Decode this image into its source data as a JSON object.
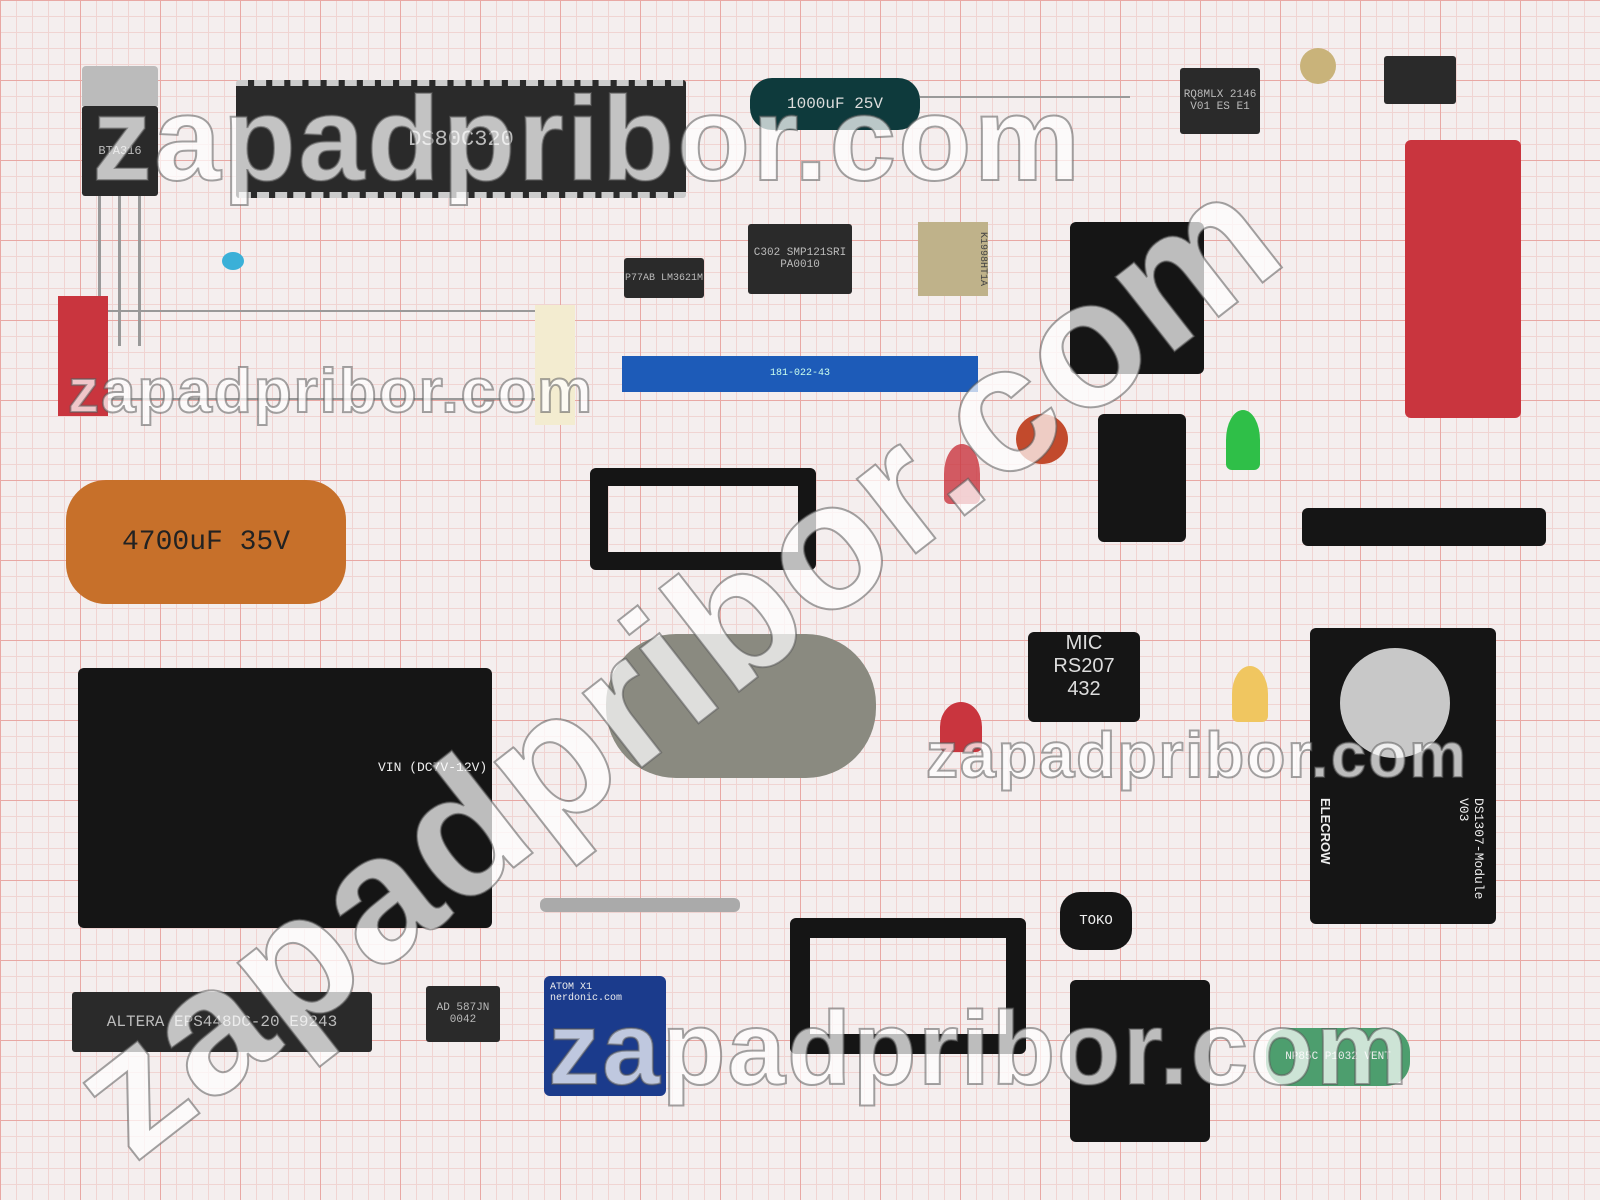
{
  "watermark": "zapadpribor.com",
  "components": {
    "triac": "BTA316",
    "mcu": "DS80C320",
    "cap_small": "1000uF 25V",
    "mosfet": "RQ8MLX 2146 V01 ES E1",
    "regulator": "P77AB LM3621M",
    "soic": "C302 SMP121SRI PA0010",
    "hybrid": "K1998HT1A",
    "cap_big": "4700uF 35V",
    "bridge": [
      "MIC",
      "RS207",
      "432"
    ],
    "eprom": "ALTERA EPS448DC-20 E9243",
    "adref": "AD 587JN 0042",
    "atom": "ATOM X1 nerdonic.com",
    "rtc": "DS1307-Module V03",
    "rtc_brand": "ELECROW",
    "inductor": "TOKO",
    "power_board": "VIN (DC7V-12V)",
    "cap_np": "NP85C P1032 VENT",
    "edge": "181-022-43"
  }
}
